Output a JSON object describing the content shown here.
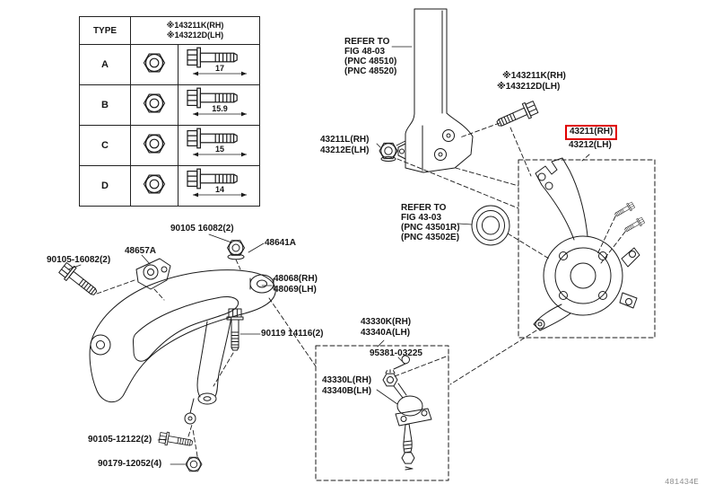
{
  "page": {
    "watermark": "481434E"
  },
  "colors": {
    "highlight_box": "#e00000",
    "line": "#1a1a1a"
  },
  "type_table": {
    "header": "TYPE",
    "part_no_rh": "※143211K(RH)",
    "part_no_lh": "※143212D(LH)",
    "rows": [
      {
        "type": "A",
        "bolt_length": "17"
      },
      {
        "type": "B",
        "bolt_length": "15.9"
      },
      {
        "type": "C",
        "bolt_length": "15"
      },
      {
        "type": "D",
        "bolt_length": "14"
      }
    ]
  },
  "callouts": {
    "refer_fig_48_03": [
      "REFER TO",
      "FIG 48-03",
      "(PNC 48510)",
      "(PNC 48520)"
    ],
    "strut_bolt_rh": "※143211K(RH)",
    "strut_bolt_lh": "※143212D(LH)",
    "strut_nut_rh": "43211L(RH)",
    "strut_nut_lh": "43212E(LH)",
    "knuckle_rh": "43211(RH)",
    "knuckle_lh": "43212(LH)",
    "refer_fig_43_03": [
      "REFER TO",
      "FIG 43-03",
      "(PNC 43501R)",
      "(PNC 43502E)"
    ],
    "arm_nut": "90105 16082(2)",
    "cam_plate": "48641A",
    "bracket": "48657A",
    "arm_bolt_front": "90105-16082(2)",
    "arm_rh": "48068(RH)",
    "arm_lh": "48069(LH)",
    "arm_bolt_rear": "90119 14116(2)",
    "bj_assy_rh": "43330K(RH)",
    "bj_assy_lh": "43340A(LH)",
    "cotter_pin": "95381-03225",
    "bj_rh": "43330L(RH)",
    "bj_lh": "43340B(LH)",
    "stab_bolt": "90105-12122(2)",
    "stab_nut": "90179-12052(4)"
  }
}
